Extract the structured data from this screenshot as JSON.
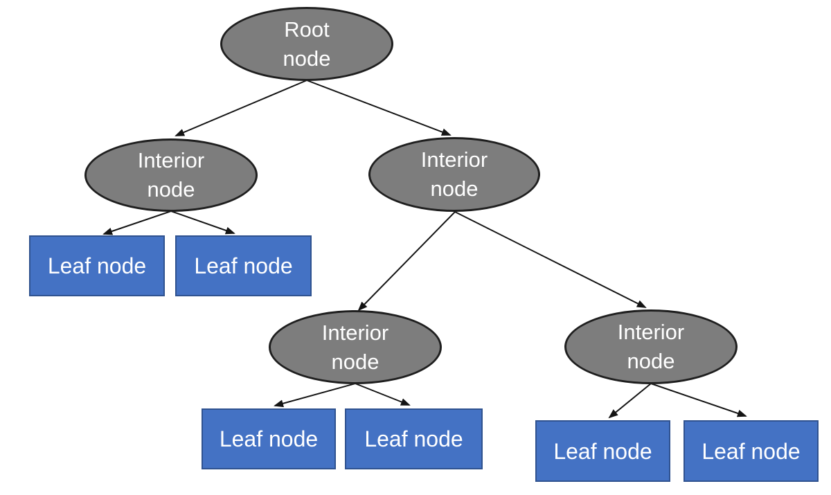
{
  "diagram": {
    "type": "tree",
    "colors": {
      "interior_fill": "#7d7d7d",
      "interior_border": "#1f1f1f",
      "leaf_fill": "#4472c4",
      "leaf_border": "#2f528f",
      "arrow": "#141414",
      "text": "#ffffff"
    },
    "nodes": {
      "root": {
        "label": "Root\nnode",
        "shape": "ellipse"
      },
      "interior_left": {
        "label": "Interior\nnode",
        "shape": "ellipse"
      },
      "interior_right": {
        "label": "Interior\nnode",
        "shape": "ellipse"
      },
      "interior_bottom_left": {
        "label": "Interior\nnode",
        "shape": "ellipse"
      },
      "interior_bottom_right": {
        "label": "Interior\nnode",
        "shape": "ellipse"
      },
      "leaf_1": {
        "label": "Leaf node",
        "shape": "rectangle"
      },
      "leaf_2": {
        "label": "Leaf node",
        "shape": "rectangle"
      },
      "leaf_3": {
        "label": "Leaf node",
        "shape": "rectangle"
      },
      "leaf_4": {
        "label": "Leaf node",
        "shape": "rectangle"
      },
      "leaf_5": {
        "label": "Leaf node",
        "shape": "rectangle"
      },
      "leaf_6": {
        "label": "Leaf node",
        "shape": "rectangle"
      }
    },
    "edges": [
      [
        "root",
        "interior_left"
      ],
      [
        "root",
        "interior_right"
      ],
      [
        "interior_left",
        "leaf_1"
      ],
      [
        "interior_left",
        "leaf_2"
      ],
      [
        "interior_right",
        "interior_bottom_left"
      ],
      [
        "interior_right",
        "interior_bottom_right"
      ],
      [
        "interior_bottom_left",
        "leaf_3"
      ],
      [
        "interior_bottom_left",
        "leaf_4"
      ],
      [
        "interior_bottom_right",
        "leaf_5"
      ],
      [
        "interior_bottom_right",
        "leaf_6"
      ]
    ]
  }
}
